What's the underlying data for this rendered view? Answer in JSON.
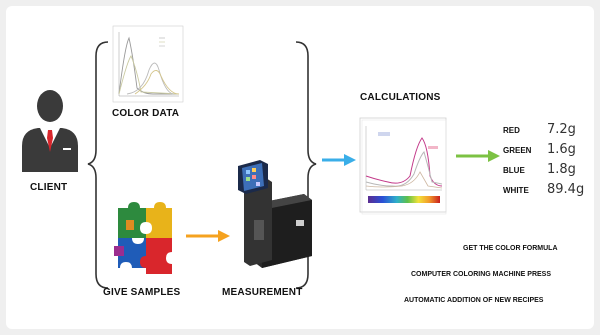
{
  "labels": {
    "client": "CLIENT",
    "color_data": "COLOR DATA",
    "give_samples": "GIVE SAMPLES",
    "measurement": "MEASUREMENT",
    "calculations": "CALCULATIONS"
  },
  "results": [
    {
      "name": "RED",
      "value": "7.2g"
    },
    {
      "name": "GREEN",
      "value": "1.6g"
    },
    {
      "name": "BLUE",
      "value": "1.8g"
    },
    {
      "name": "WHITE",
      "value": "89.4g"
    }
  ],
  "steps": [
    "GET THE COLOR FORMULA",
    "COMPUTER COLORING MACHINE PRESS",
    "AUTOMATIC ADDITION OF NEW RECIPES"
  ],
  "colors": {
    "arrow_orange": "#f5a21f",
    "arrow_blue": "#3aaee8",
    "arrow_green": "#7cc243",
    "tie_red": "#d9262c",
    "person": "#3a3a3a"
  }
}
